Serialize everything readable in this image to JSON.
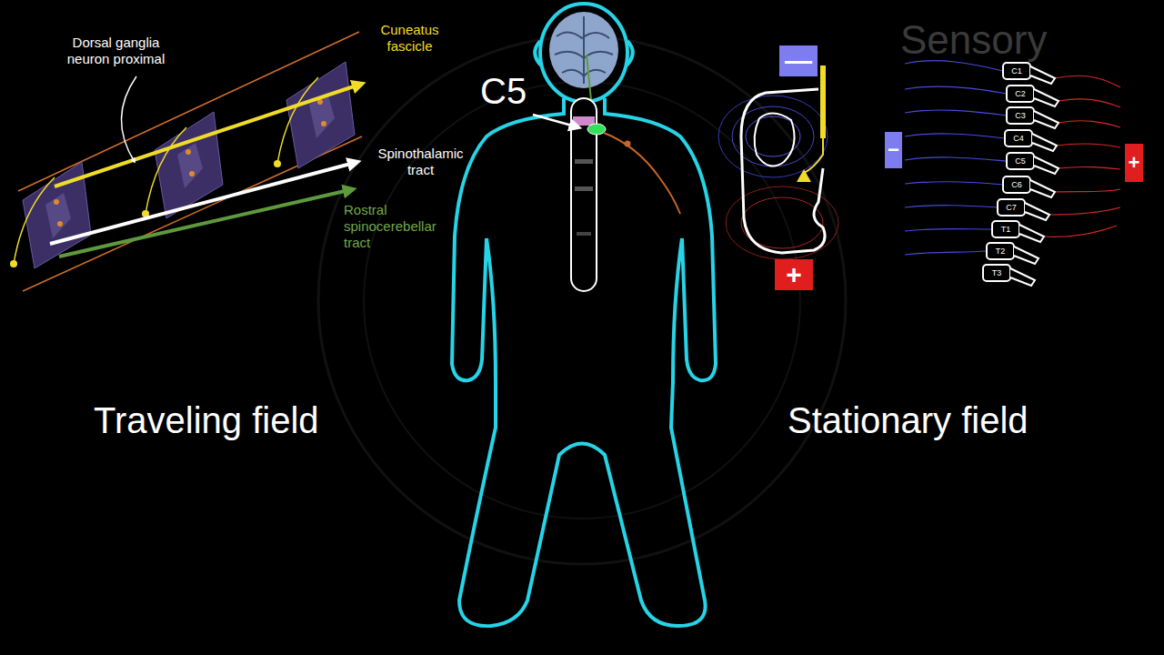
{
  "diagram": {
    "nodes": [
      {
        "text": [
          "—"
        ]
      },
      {
        "text": [
          "−"
        ]
      },
      {
        "text": [
          "+"
        ]
      },
      {
        "text": [
          "+"
        ]
      }
    ],
    "edges": [],
    "labels": [
      "Sensory",
      "Dorsal ganglia neuron proximal",
      "Cuneatus fascicle",
      "C5",
      "Spinothalamic tract",
      "Rostral spinocerebellar tract",
      "C1",
      "C2",
      "C3",
      "C4",
      "C5",
      "C6",
      "C7",
      "T1",
      "T2",
      "T3",
      "Traveling field",
      "Stationary field"
    ]
  }
}
